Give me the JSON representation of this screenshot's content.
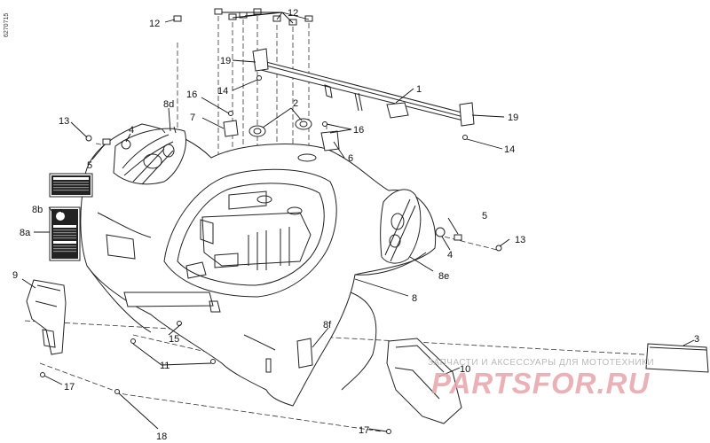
{
  "document_id": "6270715",
  "callouts": {
    "c1": "1",
    "c2": "2",
    "c3": "3",
    "c4a": "4",
    "c4b": "4",
    "c5a": "5",
    "c5b": "5",
    "c6": "6",
    "c7": "7",
    "c8": "8",
    "c8a": "8a",
    "c8b": "8b",
    "c8d": "8d",
    "c8e": "8e",
    "c8f": "8f",
    "c9": "9",
    "c10": "10",
    "c11": "11",
    "c12a": "12",
    "c12b": "12",
    "c13a": "13",
    "c13b": "13",
    "c14a": "14",
    "c14b": "14",
    "c15": "15",
    "c16a": "16",
    "c16b": "16",
    "c17a": "17",
    "c17b": "17",
    "c18": "18",
    "c19a": "19",
    "c19b": "19"
  },
  "watermark": {
    "tagline": "ЗАПЧАСТИ И АКСЕССУАРЫ ДЛЯ МОТОТЕХНИКИ",
    "logo": "PARTSFOR.RU"
  }
}
